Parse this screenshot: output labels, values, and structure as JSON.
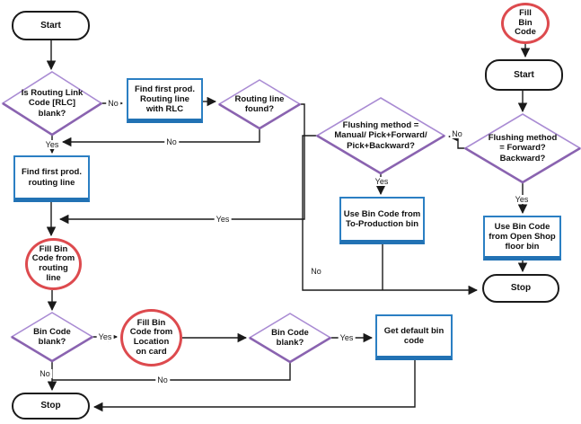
{
  "colors": {
    "process_border": "#2b7fc3",
    "process_border_bottom": "#2272b4",
    "decision_border": "#a98bd3",
    "decision_shadow": "#8a63b0",
    "terminator_border": "#1a1a1a",
    "connector_circle_border": "#dd4a4e",
    "line": "#1a1a1a",
    "text": "#101010"
  },
  "left_flow": {
    "start": "Start",
    "decision_rlc": "Is Routing Link\nCode [RLC]\nblank?",
    "process_find_with_rlc": "Find first prod.\nRouting line\nwith RLC",
    "decision_routing_found": "Routing line\nfound?",
    "process_find_first": "Find first prod.\nrouting line",
    "connector_fill_from_routing": "Fill Bin\nCode from\nrouting\nline",
    "decision_bin_blank_1": "Bin Code\nblank?",
    "connector_fill_from_location": "Fill Bin\nCode from\nLocation\non card",
    "decision_bin_blank_2": "Bin Code\nblank?",
    "process_get_default": "Get default bin\ncode",
    "stop": "Stop"
  },
  "right_flow": {
    "entry": "Fill\nBin\nCode",
    "start": "Start",
    "decision_forward": "Flushing method\n= Forward?\nBackward?",
    "decision_manual": "Flushing method =\nManual/ Pick+Forward/\nPick+Backward?",
    "process_to_production": "Use Bin Code from\nTo-Production bin",
    "process_open_shop": "Use Bin Code\nfrom Open Shop\nfloor bin",
    "stop": "Stop"
  },
  "edge_labels": {
    "rlc_no": "No",
    "rlc_yes": "Yes",
    "routing_no": "No",
    "routing_yes": "Yes",
    "bin1_yes": "Yes",
    "bin1_no": "No",
    "bin2_yes": "Yes",
    "bin2_no": "No",
    "forward_no": "No",
    "forward_yes": "Yes",
    "manual_yes": "Yes",
    "manual_no": "No"
  }
}
